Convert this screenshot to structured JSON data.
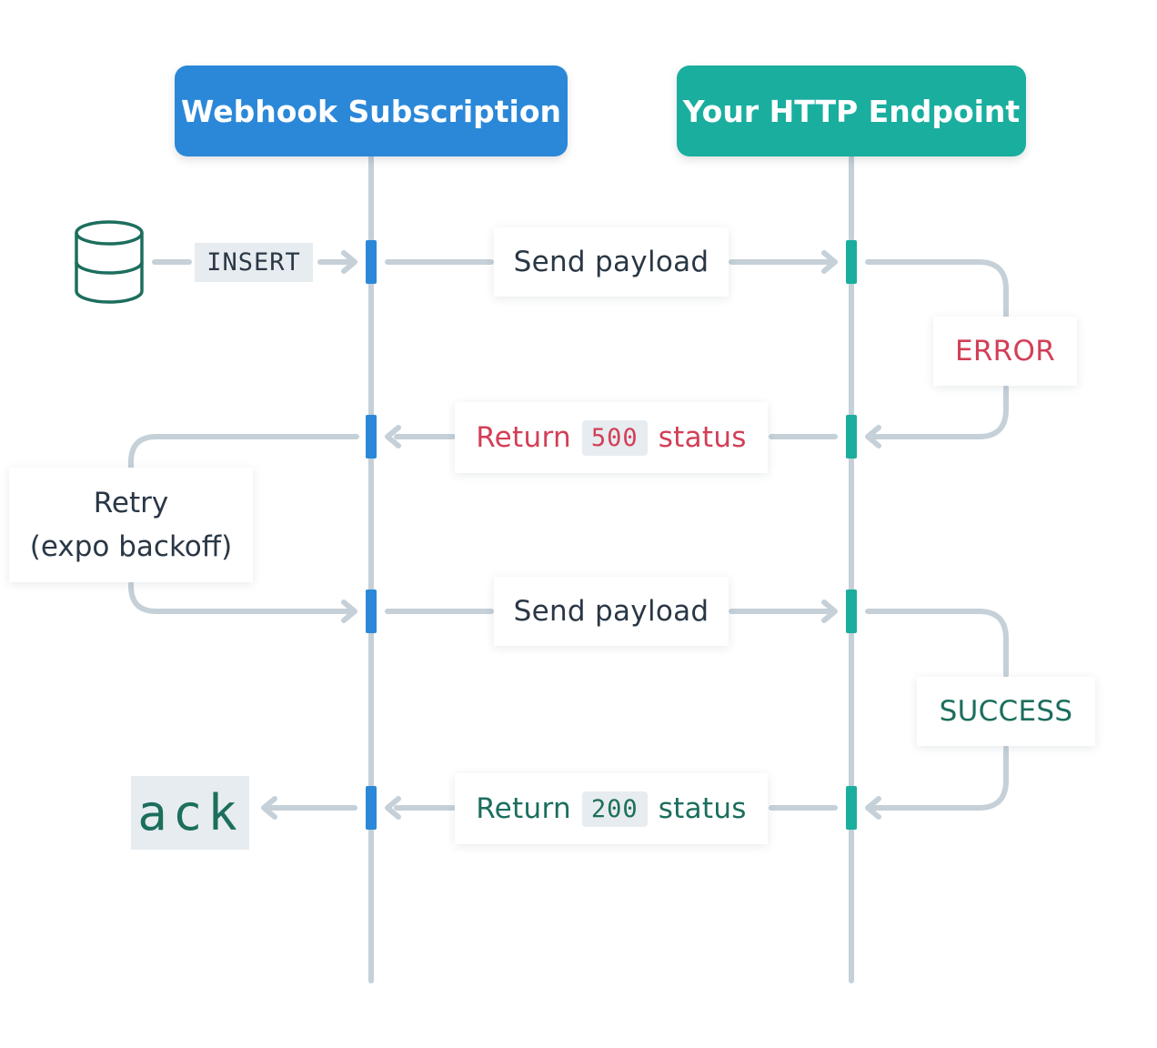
{
  "lifelines": {
    "subscription": "Webhook Subscription",
    "endpoint": "Your HTTP Endpoint"
  },
  "colors": {
    "subscription": "#2b88d8",
    "endpoint": "#1aae9f",
    "error": "#d23f57",
    "success": "#1c6e5d",
    "text": "#2a3745",
    "connector": "#c5d0d8"
  },
  "icons": {
    "database": "database-icon"
  },
  "trigger": "INSERT",
  "messages": {
    "send1": "Send payload",
    "error": "ERROR",
    "return_error": {
      "prefix": "Return",
      "code": "500",
      "suffix": "status"
    },
    "retry_line1": "Retry",
    "retry_line2": "(expo backoff)",
    "send2": "Send payload",
    "success": "SUCCESS",
    "return_success": {
      "prefix": "Return",
      "code": "200",
      "suffix": "status"
    }
  },
  "final": "ack"
}
